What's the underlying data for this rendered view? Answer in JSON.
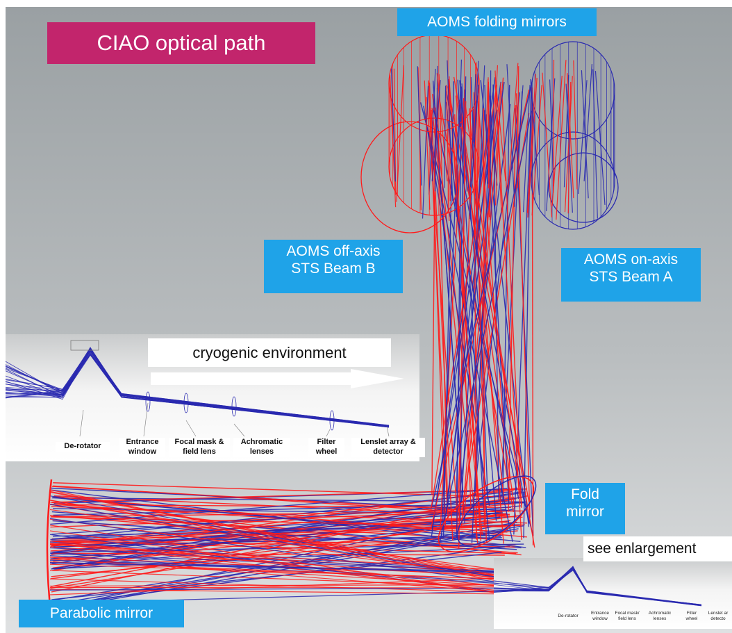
{
  "title": "CIAO optical path",
  "labels": {
    "aoms_folding_mirrors": "AOMS folding mirrors",
    "aoms_off_axis": [
      "AOMS off-axis",
      "STS Beam B"
    ],
    "aoms_on_axis": [
      "AOMS on-axis",
      "STS Beam A"
    ],
    "fold_mirror": [
      "Fold",
      "mirror"
    ],
    "parabolic_mirror": "Parabolic mirror",
    "see_enlargement": "see enlargement"
  },
  "inset": {
    "arrow_label": "cryogenic environment",
    "components": [
      [
        "De-rotator"
      ],
      [
        "Entrance",
        "window"
      ],
      [
        "Focal mask &",
        "field lens"
      ],
      [
        "Achromatic",
        "lenses"
      ],
      [
        "Filter",
        "wheel"
      ],
      [
        "Lenslet array &",
        "detector"
      ]
    ]
  },
  "small_inset": {
    "components": [
      [
        "De-rotator"
      ],
      [
        "Entrance",
        "window"
      ],
      [
        "Focal mask/",
        "field lens"
      ],
      [
        "Achromatic",
        "lenses"
      ],
      [
        "Filter",
        "wheel"
      ],
      [
        "Lenslet ar",
        "detecto"
      ]
    ]
  },
  "colors": {
    "background_top": "#9ea3a6",
    "background_bottom": "#dcdedf",
    "accent_blue": "#1fa3e8",
    "title_magenta": "#c2256c",
    "ray_red": "#ff1a1a",
    "ray_blue": "#2a2ab0",
    "label_text": "#ffffff"
  }
}
